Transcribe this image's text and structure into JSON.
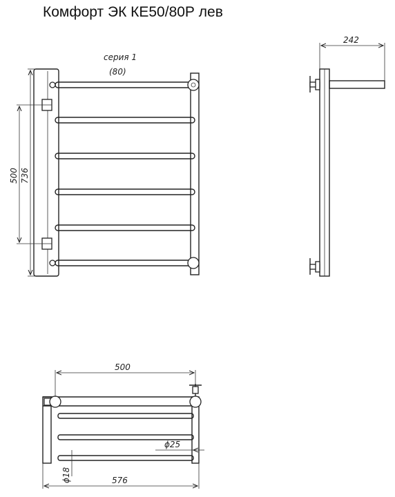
{
  "title": "Комфорт ЭК КЕ50/80Р лев",
  "front_view": {
    "series_label": "серия 1",
    "series_value": "(80)",
    "dim_height_total": "736",
    "dim_height_mount": "500"
  },
  "side_view": {
    "dim_depth": "242"
  },
  "top_view": {
    "dim_width_mount": "500",
    "dim_width_total": "576",
    "dim_pipe_main": "ϕ25",
    "dim_pipe_rung": "ϕ18"
  }
}
